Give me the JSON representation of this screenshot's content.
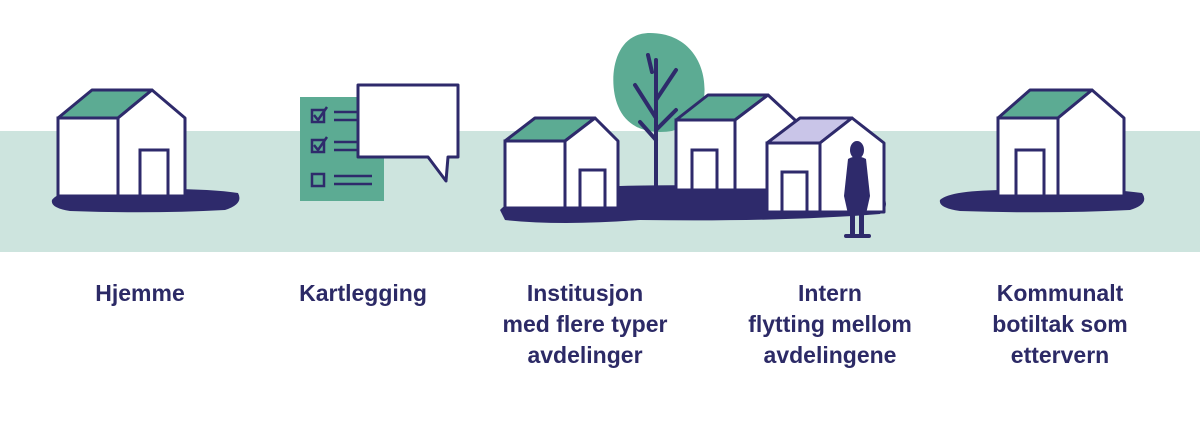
{
  "steps": [
    {
      "label": "Hjemme",
      "icon": "house-icon"
    },
    {
      "label": "Kartlegging",
      "icon": "checklist-speech-bubble-icon"
    },
    {
      "label": "Institusjon\nmed flere typer\navdelinger",
      "icon": "institution-houses-icon"
    },
    {
      "label": "Intern\nflytting mellom\navdelingene",
      "icon": "person-silhouette-icon"
    },
    {
      "label": "Kommunalt\nbotiltak som\nettervern",
      "icon": "house-icon"
    }
  ],
  "colors": {
    "navy": "#2e2a6b",
    "roof_green": "#5cab93",
    "roof_lilac": "#c9c5e8",
    "band": "#cde4de",
    "text": "#2c2a66"
  }
}
